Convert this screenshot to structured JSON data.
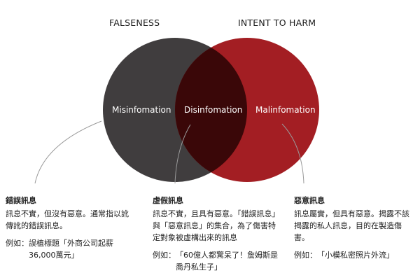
{
  "sets": {
    "falseness_title": "FALSENESS",
    "harm_title": "INTENT TO HARM"
  },
  "regions": {
    "misinformation": "Misinfomation",
    "disinformation": "Disinfomation",
    "malinformation": "Malinfomation"
  },
  "colors": {
    "falseness_circle": "#403d3e",
    "harm_circle": "#a31e23",
    "overlap": "#3a0708",
    "leader_line": "#9a9a9a",
    "text": "#222222"
  },
  "descriptions": {
    "misinformation": {
      "heading": "錯誤訊息",
      "body": "訊息不實，但沒有惡意。通常指以訛傳訛的錯誤訊息。",
      "example_label": "例如：",
      "example_text": "誤植標題「外商公司起薪36,000萬元」"
    },
    "disinformation": {
      "heading": "虛假訊息",
      "body": "訊息不實，且具有惡意。「錯誤訊息」與「惡意訊息」的集合，為了傷害特定對象被虛構出來的訊息",
      "example_label": "例如：",
      "example_text": "「60億人都驚呆了！詹姆斯是喬丹私生子」"
    },
    "malinformation": {
      "heading": "惡意訊息",
      "body": "訊息屬實，但具有惡意。揭露不該揭露的私人訊息，目的在製造傷害。",
      "example_label": "例如：",
      "example_text": "「小模私密照片外流」"
    }
  }
}
